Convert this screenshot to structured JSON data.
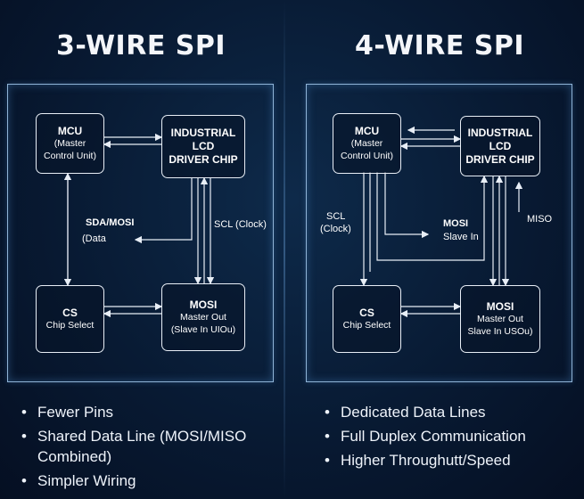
{
  "left": {
    "title": "3-WIRE SPI",
    "mcu": {
      "title": "MCU",
      "sub1": "(Master",
      "sub2": "Control Unit)"
    },
    "lcd": {
      "title1": "INDUSTRIAL LCD",
      "title2": "DRIVER CHIP"
    },
    "cs": {
      "title": "CS",
      "sub1": "Chip Select"
    },
    "mosi": {
      "title": "MOSI",
      "sub1": "Master Out",
      "sub2": "(Slave In UIOu)"
    },
    "label_sda1": "SDA/MOSI",
    "label_sda2": "(Data",
    "label_scl": "SCL (Clock)",
    "bullets": [
      "Fewer Pins",
      "Shared Data Line (MOSI/MISO Combined)",
      "Simpler Wiring"
    ]
  },
  "right": {
    "title": "4-WIRE SPI",
    "mcu": {
      "title": "MCU",
      "sub1": "(Master",
      "sub2": "Control Unit)"
    },
    "lcd": {
      "title1": "INDUSTRIAL LCD",
      "title2": "DRIVER CHIP"
    },
    "cs": {
      "title": "CS",
      "sub1": "Chip Select"
    },
    "mosi": {
      "title": "MOSI",
      "sub1": "Master Out",
      "sub2": "Slave In USOu)"
    },
    "label_scl1": "SCL",
    "label_scl2": "(Clock)",
    "label_mosi1": "MOSI",
    "label_mosi2": "Slave In",
    "label_miso": "MISO",
    "bullets": [
      "Dedicated Data Lines",
      "Full Duplex Communication",
      "Higher Throughutt/Speed"
    ]
  }
}
